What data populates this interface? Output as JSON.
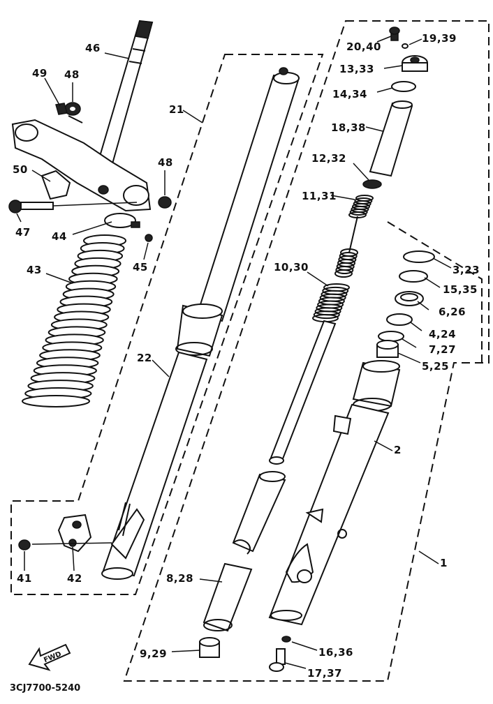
{
  "diagram": {
    "code": "3CJ7700-5240",
    "fwd_label": "FWD",
    "callouts": {
      "c46": "46",
      "c49": "49",
      "c48a": "48",
      "c48b": "48",
      "c50": "50",
      "c47": "47",
      "c44": "44",
      "c45": "45",
      "c43": "43",
      "c21": "21",
      "c22": "22",
      "c41": "41",
      "c42": "42",
      "c20_40": "20,40",
      "c19_39": "19,39",
      "c13_33": "13,33",
      "c14_34": "14,34",
      "c18_38": "18,38",
      "c12_32": "12,32",
      "c11_31": "11,31",
      "c10_30": "10,30",
      "c3_23": "3,23",
      "c15_35": "15,35",
      "c6_26": "6,26",
      "c4_24": "4,24",
      "c7_27": "7,27",
      "c5_25": "5,25",
      "c2": "2",
      "c1": "1",
      "c8_28": "8,28",
      "c9_29": "9,29",
      "c16_36": "16,36",
      "c17_37": "17,37"
    }
  }
}
